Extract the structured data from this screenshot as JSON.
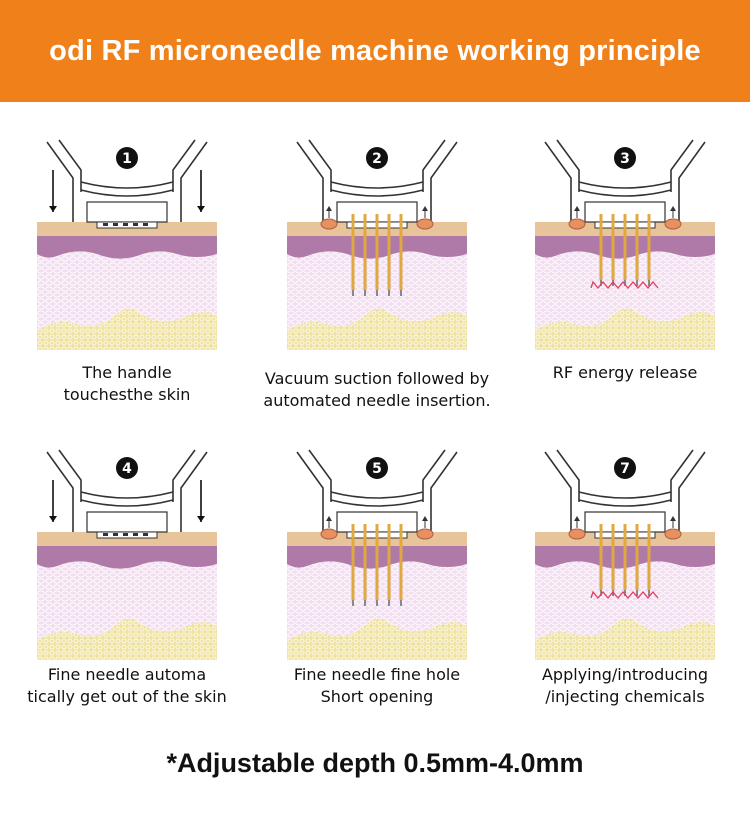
{
  "title": "odi RF microneedle machine working principle",
  "steps": [
    {
      "number": "1",
      "caption": [
        "The handle",
        "touchesthe skin"
      ],
      "state": "touch"
    },
    {
      "number": "2",
      "caption": [
        "Vacuum suction followed by",
        "automated needle insertion."
      ],
      "state": "insert"
    },
    {
      "number": "3",
      "caption": [
        "RF energy release",
        ""
      ],
      "state": "rf"
    },
    {
      "number": "4",
      "caption": [
        "Fine needle automa",
        "tically get out of the skin"
      ],
      "state": "touch"
    },
    {
      "number": "5",
      "caption": [
        "Fine needle fine hole",
        "Short opening"
      ],
      "state": "insert"
    },
    {
      "number": "7",
      "caption": [
        "Applying/introducing",
        "/injecting chemicals"
      ],
      "state": "rf"
    }
  ],
  "footer": "*Adjustable depth 0.5mm-4.0mm",
  "colors": {
    "banner": "#f08019",
    "epidermis": "#e8c49a",
    "dermis_band": "#b07aa8",
    "dermis": "#f2def0",
    "fat": "#f0e2a0",
    "needle": "#e0a840",
    "rf_zigzag": "#e04060"
  }
}
